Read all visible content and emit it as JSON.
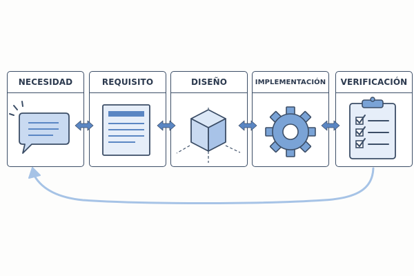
{
  "diagram": {
    "stages": [
      {
        "label": "NECESIDAD",
        "icon": "speech-bubble-icon"
      },
      {
        "label": "REQUISITO",
        "icon": "document-icon"
      },
      {
        "label": "DISEÑO",
        "icon": "cube-icon"
      },
      {
        "label": "IMPLEMENTACIÓN",
        "icon": "gear-icon"
      },
      {
        "label": "VERIFICACIÓN",
        "icon": "checklist-clipboard-icon"
      }
    ],
    "colors": {
      "outline": "#3b4d66",
      "fill": "#c9daf1",
      "accent": "#5a86c3",
      "feedback": "#a6c3e6"
    }
  }
}
